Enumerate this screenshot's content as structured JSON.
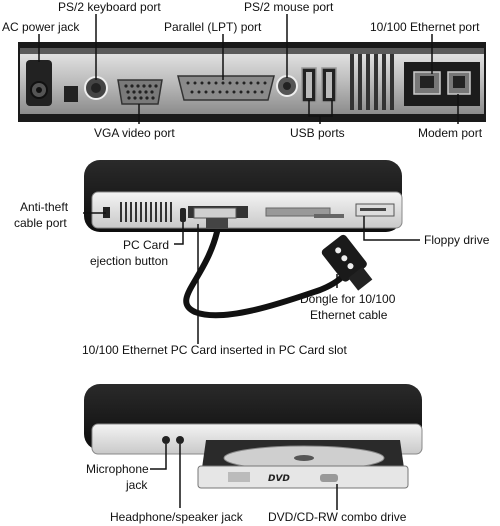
{
  "panel_top": {
    "labels": {
      "ac_power_jack": "AC power jack",
      "ps2_keyboard_port": "PS/2 keyboard port",
      "parallel_port": "Parallel (LPT) port",
      "ps2_mouse_port": "PS/2 mouse port",
      "ethernet_port": "10/100 Ethernet port",
      "vga_video_port": "VGA video port",
      "usb_ports": "USB ports",
      "modem_port": "Modem port"
    }
  },
  "panel_middle": {
    "labels": {
      "anti_theft_line1": "Anti-theft",
      "anti_theft_line2": "cable port",
      "pc_card_eject_line1": "PC Card",
      "pc_card_eject_line2": "ejection button",
      "floppy_drive": "Floppy drive",
      "dongle_line1": "Dongle for 10/100",
      "dongle_line2": "Ethernet cable",
      "ethernet_pc_card": "10/100 Ethernet PC Card inserted in PC Card slot"
    }
  },
  "panel_bottom": {
    "labels": {
      "microphone_line1": "Microphone",
      "microphone_line2": "jack",
      "headphone_jack": "Headphone/speaker jack",
      "dvd_drive": "DVD/CD-RW combo drive"
    },
    "drive_logo": "DVD"
  }
}
